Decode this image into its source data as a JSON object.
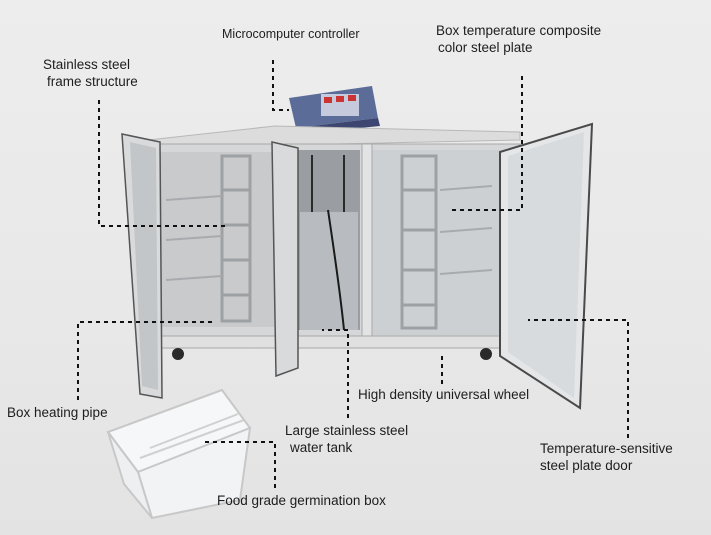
{
  "labels": {
    "microcomputer_controller": "Microcomputer controller",
    "box_temperature_plate": [
      "Box temperature composite",
      "color steel plate"
    ],
    "stainless_frame": [
      "Stainless steel",
      "frame structure"
    ],
    "box_heating_pipe": "Box heating pipe",
    "water_tank": [
      "Large stainless steel",
      "water tank"
    ],
    "universal_wheel": "High density universal wheel",
    "plate_door": [
      "Temperature-sensitive",
      "steel plate door"
    ],
    "germination_box": "Food grade germination box"
  },
  "colors": {
    "background": "#ececec",
    "steel": "#cfd2d4",
    "controller_blue": "#4a5a86",
    "leader_line": "#111111"
  }
}
